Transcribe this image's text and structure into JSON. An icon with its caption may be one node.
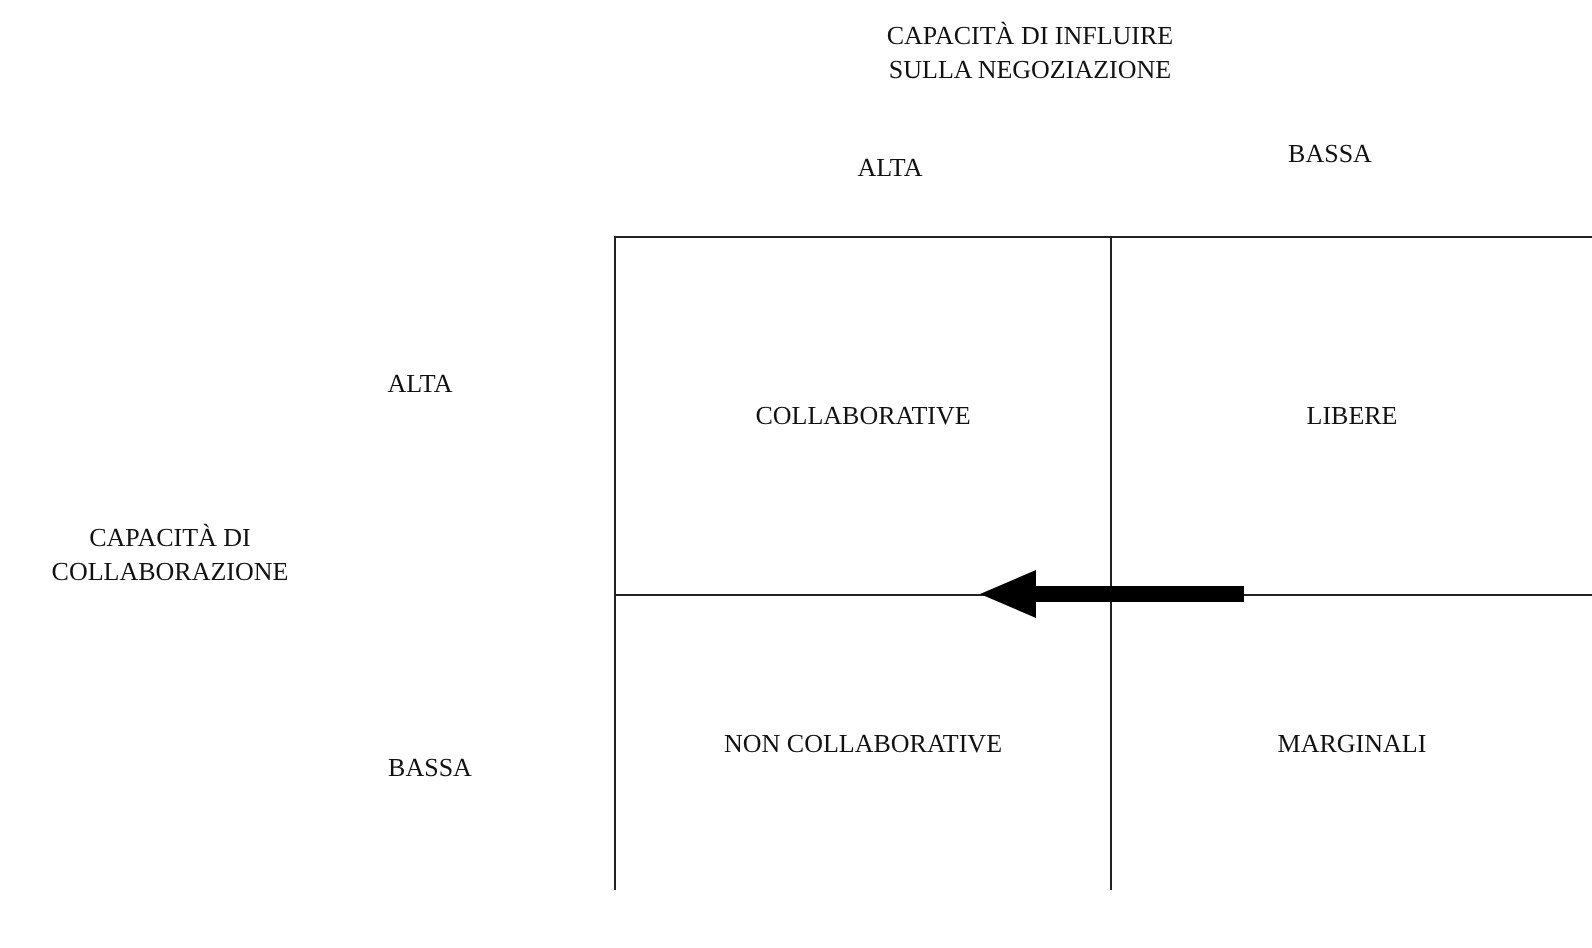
{
  "diagram": {
    "nodes": [
      {
        "text": [
          "COLLABORATIVE"
        ]
      },
      {
        "text": [
          "LIBERE"
        ]
      },
      {
        "text": [
          "NON COLLABORATIVE"
        ]
      },
      {
        "text": [
          "MARGINALI"
        ]
      }
    ],
    "edges": [
      {
        "from": 1,
        "to": 0,
        "arrow": "to",
        "style": "thick"
      }
    ],
    "labels": [
      "CAPACITÀ DI INFLUIRE SULLA NEGOZIAZIONE",
      "ALTA",
      "BASSA",
      "ALTA",
      "CAPACITÀ DI COLLABORAZIONE",
      "BASSA"
    ]
  }
}
